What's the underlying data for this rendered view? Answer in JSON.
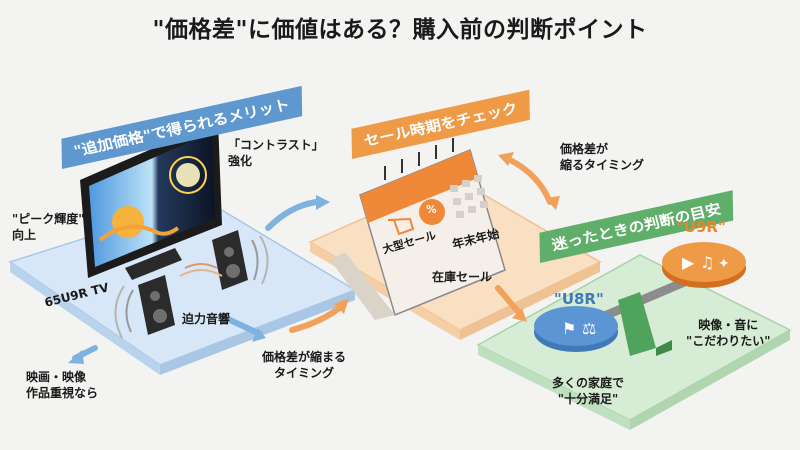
{
  "title": "\"価格差\"に価値はある？購入前の判断ポイント",
  "sections": {
    "merit": {
      "heading": "\"追加価格\"で得られるメリット",
      "contrast": "「コントラスト」\n強化",
      "peak": "\"ピーク輝度\"\n向上",
      "tv_model": "65U9R TV",
      "sound": "迫力音響",
      "movie": "映画・映像\n作品重視なら"
    },
    "sale": {
      "heading": "セール時期をチェック",
      "narrow_top": "価格差が\n縮るタイミング",
      "new_year": "年末年始",
      "big_sale": "大型セール",
      "stock_sale": "在庫セール",
      "narrow_bottom": "価格差が縮まる\nタイミング",
      "percent": "%"
    },
    "guide": {
      "heading": "迷ったときの判断の目安",
      "u9r": "\"U9R\"",
      "u8r": "\"U8R\"",
      "u9r_desc": "映像・音に\n\"こだわりたい\"",
      "u8r_desc": "多くの家庭で\n\"十分満足\""
    }
  },
  "colors": {
    "blue": "#5f97cf",
    "orange": "#ef9a47",
    "green": "#5fae6a",
    "tag_u9r": "#e8862e",
    "tag_u8r": "#3f79b8"
  }
}
